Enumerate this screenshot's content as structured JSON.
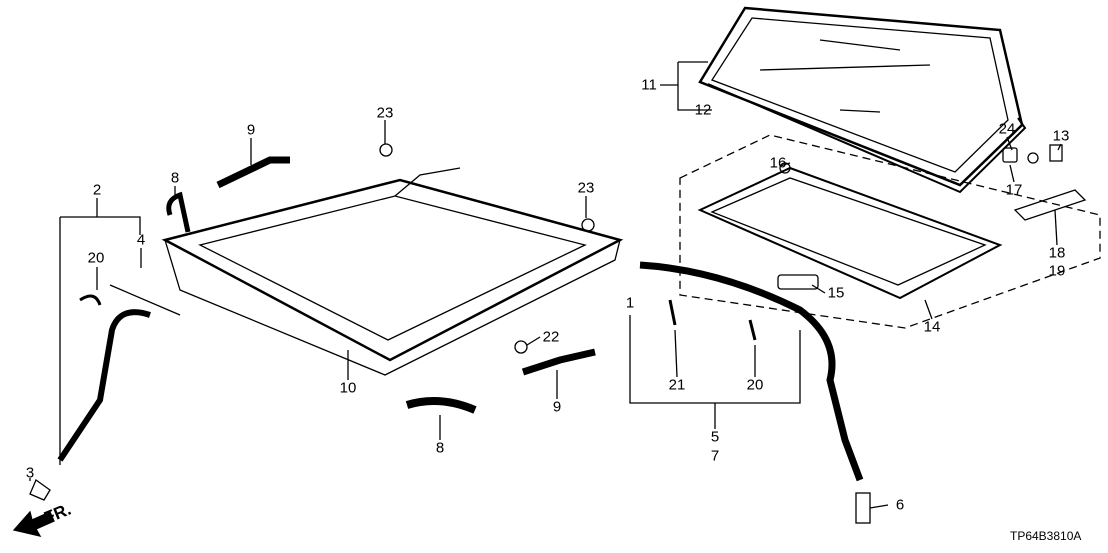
{
  "diagram_code": "TP64B3810A",
  "front_indicator": "FR.",
  "callouts": [
    {
      "id": "c2a",
      "text": "2"
    },
    {
      "id": "c20a",
      "text": "20"
    },
    {
      "id": "c4",
      "text": "4"
    },
    {
      "id": "c8a",
      "text": "8"
    },
    {
      "id": "c9a",
      "text": "9"
    },
    {
      "id": "c23a",
      "text": "23"
    },
    {
      "id": "c23b",
      "text": "23"
    },
    {
      "id": "c3",
      "text": "3"
    },
    {
      "id": "c10",
      "text": "10"
    },
    {
      "id": "c22",
      "text": "22"
    },
    {
      "id": "c9b",
      "text": "9"
    },
    {
      "id": "c8b",
      "text": "8"
    },
    {
      "id": "c1",
      "text": "1"
    },
    {
      "id": "c21",
      "text": "21"
    },
    {
      "id": "c20b",
      "text": "20"
    },
    {
      "id": "c5",
      "text": "5"
    },
    {
      "id": "c7",
      "text": "7"
    },
    {
      "id": "c6",
      "text": "6"
    },
    {
      "id": "c11",
      "text": "11"
    },
    {
      "id": "c12",
      "text": "12"
    },
    {
      "id": "c16",
      "text": "16"
    },
    {
      "id": "c15",
      "text": "15"
    },
    {
      "id": "c14",
      "text": "14"
    },
    {
      "id": "c24",
      "text": "24"
    },
    {
      "id": "c13",
      "text": "13"
    },
    {
      "id": "c17",
      "text": "17"
    },
    {
      "id": "c18",
      "text": "18"
    },
    {
      "id": "c19",
      "text": "19"
    }
  ]
}
